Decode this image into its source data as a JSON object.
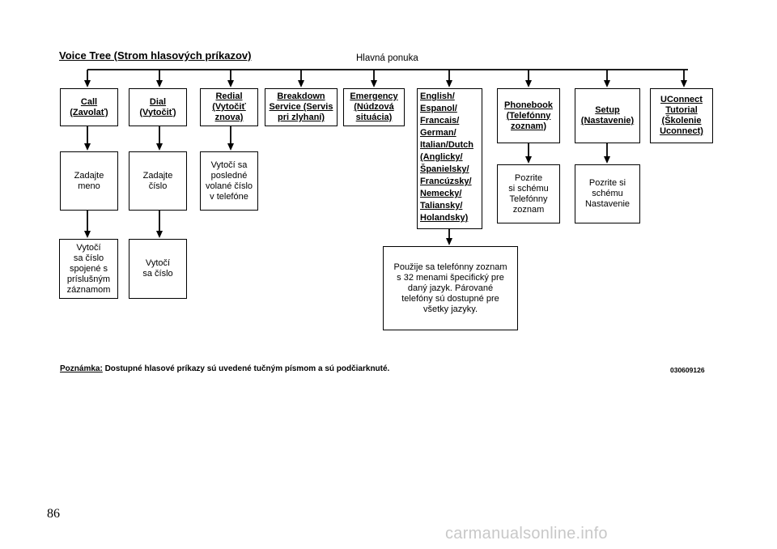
{
  "title": "Voice Tree (Strom hlasových príkazov)",
  "main_menu_label": "Hlavná ponuka",
  "top_nodes": [
    {
      "lines": [
        "Call",
        "(Zavolať)"
      ]
    },
    {
      "lines": [
        "Dial",
        "(Vytočiť)"
      ]
    },
    {
      "lines": [
        "Redial",
        "(Vytočiť",
        "znova)"
      ]
    },
    {
      "lines": [
        "Breakdown",
        "Service (Servis",
        "pri zlyhaní)"
      ]
    },
    {
      "lines": [
        "Emergency",
        "(Núdzová",
        "situácia)"
      ]
    },
    {
      "lines": [
        "English/",
        "Espanol/",
        "Francais/",
        "German/",
        "Italian/Dutch",
        "(Anglicky/",
        "Španielsky/",
        "Francúzsky/",
        "Nemecky/",
        "Taliansky/",
        "Holandsky)"
      ]
    },
    {
      "lines": [
        "Phonebook",
        "(Telefónny",
        "zoznam)"
      ]
    },
    {
      "lines": [
        "Setup",
        "(Nastavenie)"
      ]
    },
    {
      "lines": [
        "UConnect",
        "Tutorial",
        "(Školenie",
        "Uconnect)"
      ]
    }
  ],
  "sub_nodes": [
    {
      "lines": [
        "Zadajte",
        "meno"
      ]
    },
    {
      "lines": [
        "Vytočí",
        "sa číslo",
        "spojené s",
        "príslušným",
        "záznamom"
      ]
    },
    {
      "lines": [
        "Zadajte",
        "číslo"
      ]
    },
    {
      "lines": [
        "Vytočí",
        "sa číslo"
      ]
    },
    {
      "lines": [
        "Vytočí sa",
        "posledné",
        "volané číslo",
        "v telefóne"
      ]
    },
    {
      "lines": [
        "Použije sa telefónny zoznam",
        "s 32 menami špecifický pre",
        "daný jazyk. Párované",
        "telefóny sú dostupné pre",
        "všetky jazyky."
      ]
    },
    {
      "lines": [
        "Pozrite",
        "si schému",
        "Telefónny",
        "zoznam"
      ]
    },
    {
      "lines": [
        "Pozrite si",
        "schému",
        "Nastavenie"
      ]
    }
  ],
  "note": {
    "label": "Poznámka:",
    "text": " Dostupné hlasové príkazy sú uvedené tučným písmom a sú podčiarknuté."
  },
  "figure_code": "030609126",
  "page_number": "86",
  "watermark": "carmanualsonline.info"
}
